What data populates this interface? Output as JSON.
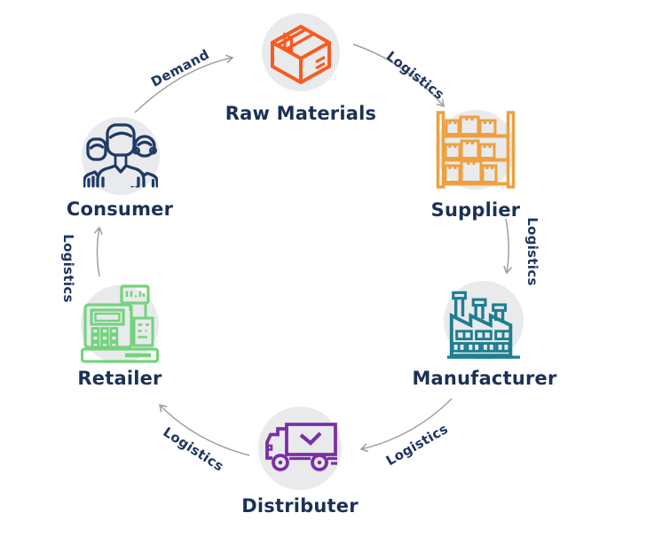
{
  "diagram": {
    "type": "cycle",
    "background_color": "#ffffff",
    "label_color": "#1b3156",
    "arrow_color": "#9e9e9e",
    "node_circle_color": "#e9eaec",
    "nodes": [
      {
        "id": "raw-materials",
        "label": "Raw Materials",
        "icon": "box-icon",
        "icon_color": "#f75b1f"
      },
      {
        "id": "supplier",
        "label": "Supplier",
        "icon": "warehouse-shelf-icon",
        "icon_color": "#efa03e"
      },
      {
        "id": "manufacturer",
        "label": "Manufacturer",
        "icon": "factory-icon",
        "icon_color": "#1f7e91"
      },
      {
        "id": "distributer",
        "label": "Distributer",
        "icon": "delivery-truck-icon",
        "icon_color": "#7c2fa6"
      },
      {
        "id": "retailer",
        "label": "Retailer",
        "icon": "cash-register-icon",
        "icon_color": "#74d37e"
      },
      {
        "id": "consumer",
        "label": "Consumer",
        "icon": "people-icon",
        "icon_color": "#1e3a66"
      }
    ],
    "edges": [
      {
        "from": "consumer",
        "to": "raw-materials",
        "label": "Demand"
      },
      {
        "from": "raw-materials",
        "to": "supplier",
        "label": "Logistics"
      },
      {
        "from": "supplier",
        "to": "manufacturer",
        "label": "Logistics"
      },
      {
        "from": "manufacturer",
        "to": "distributer",
        "label": "Logistics"
      },
      {
        "from": "distributer",
        "to": "retailer",
        "label": "Logistics"
      },
      {
        "from": "retailer",
        "to": "consumer",
        "label": "Logistics"
      }
    ]
  }
}
